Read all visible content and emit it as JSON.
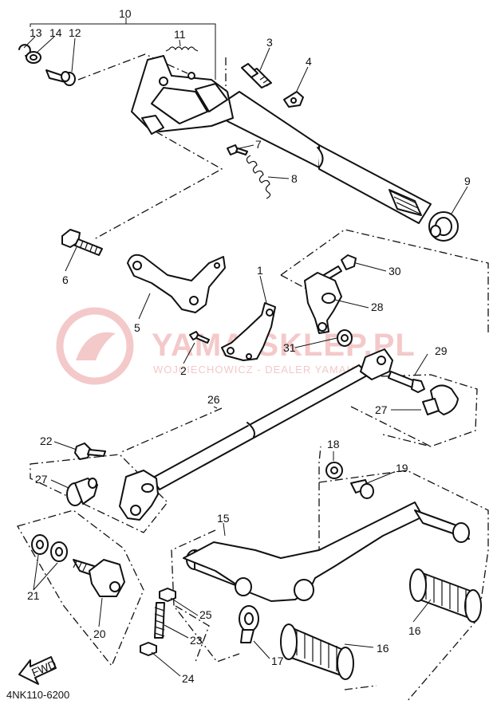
{
  "diagram_code": "4NK110-6200",
  "fwd_label": "FWD",
  "watermark": {
    "title": "YAMA-SKLEP.PL",
    "subtitle": "WOJCIECHOWICZ - DEALER YAMAHA",
    "color": "#f4c9c9"
  },
  "callouts": [
    "1",
    "2",
    "3",
    "4",
    "5",
    "6",
    "7",
    "8",
    "9",
    "10",
    "11",
    "12",
    "13",
    "14",
    "15",
    "16",
    "17",
    "18",
    "19",
    "20",
    "21",
    "22",
    "23",
    "24",
    "25",
    "26",
    "27",
    "28",
    "29",
    "30",
    "31"
  ]
}
